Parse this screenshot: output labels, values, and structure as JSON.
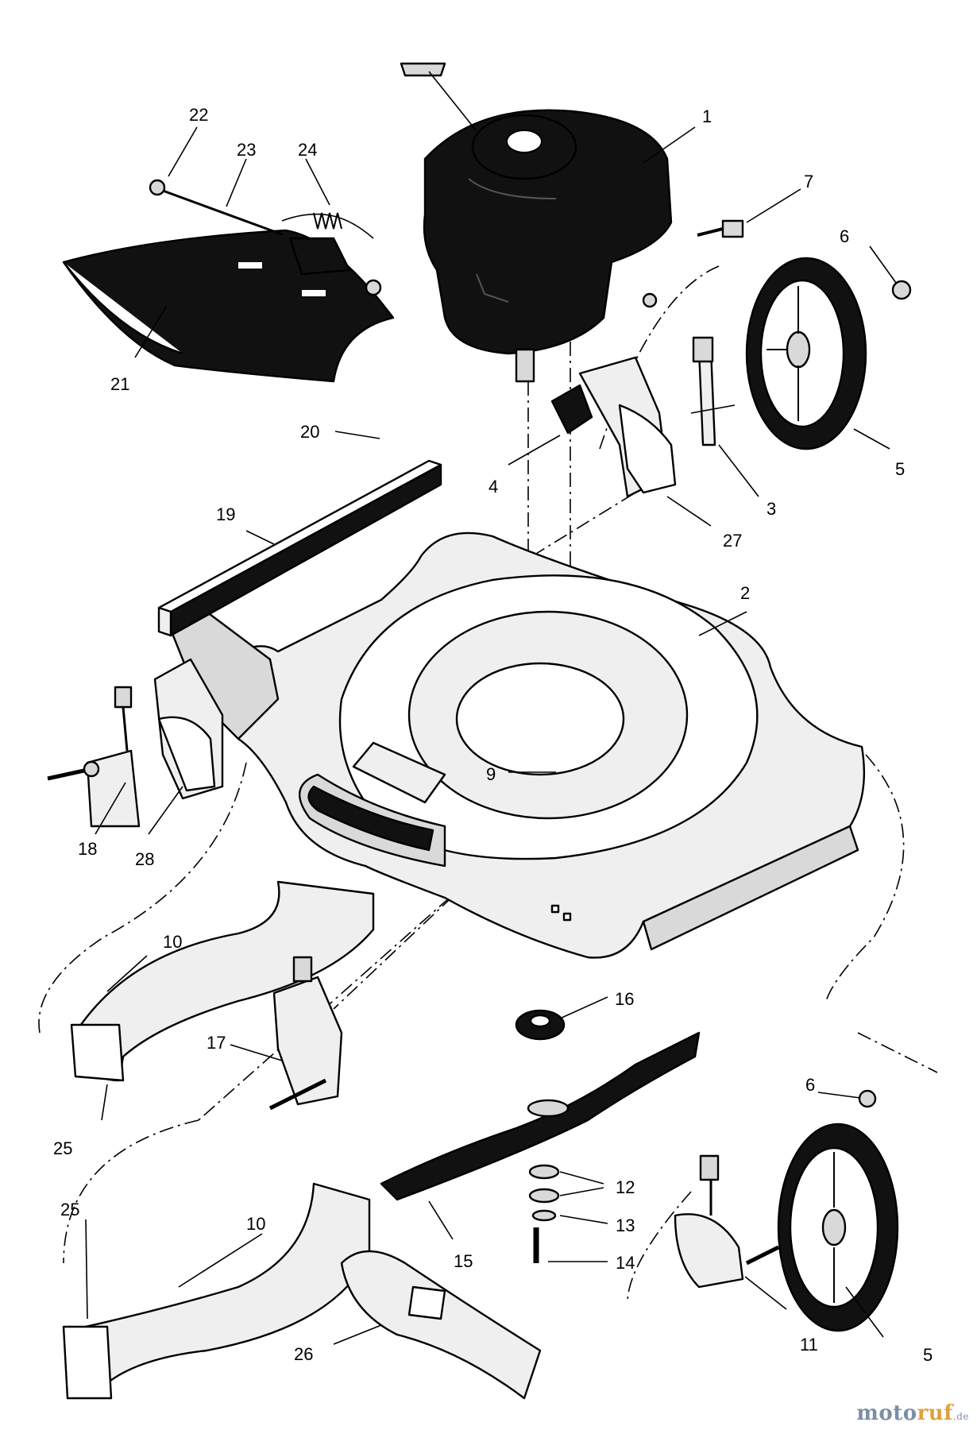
{
  "diagram": {
    "labels": [
      "1",
      "2",
      "3",
      "4",
      "5",
      "5",
      "6",
      "6",
      "7",
      "9",
      "10",
      "10",
      "11",
      "12",
      "13",
      "14",
      "15",
      "16",
      "17",
      "18",
      "19",
      "20",
      "21",
      "22",
      "23",
      "24",
      "25",
      "25",
      "26",
      "27",
      "28"
    ]
  },
  "watermark": {
    "part1": "moto",
    "part2": "ruf",
    "suffix": ".de"
  },
  "colors": {
    "ink": "#000000",
    "metal": "#d9d9d9",
    "light": "#efefef",
    "watermark_blue": "#7c8ea6",
    "watermark_orange": "#e0a03a"
  }
}
